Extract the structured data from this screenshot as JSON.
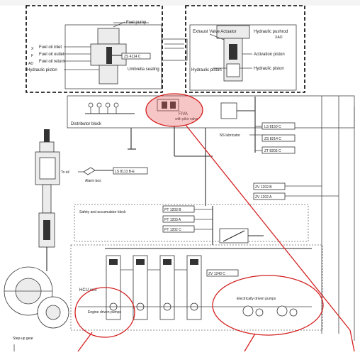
{
  "labels": {
    "fuel_pump": "Fuel pump",
    "x": "X",
    "f": "F",
    "ad": "AD",
    "fuel_oil_inlet": "Fuel oil inlet",
    "fuel_oil_outlet": "Fuel oil outlet",
    "fuel_oil_return": "Fuel oil return",
    "hydraulic_piston_left": "Hydraulic piston",
    "umbrella_sealing": "Umbrella sealing",
    "tag_left": "ZS 4114 C",
    "exhaust_valve_actuator": "Exhaust Valve Actuator",
    "hydraulic_pushrod": "Hydraulic pushrod",
    "hydraulic_pushrod_code": "XAO",
    "activation_piston": "Activation piston",
    "hydraulic_piston_right": "Hydraulic piston",
    "hydraulic_piston_small": "Hydraulic piston",
    "fiva": "FIVA",
    "fiva_sub": "with pilot valve",
    "distributor_block": "Distributor block",
    "ns_lubricator": "NS lubricator",
    "alarm_box": "Alarm box",
    "tag_alarm": "LS 8113 B-E",
    "tag_r1": "LS 8150 C",
    "tag_r2": "ZS 8214 C",
    "tag_r3": "ZT 8203 C",
    "tag_m1": "ZV 1202 B",
    "tag_m2": "ZV 1202 A",
    "tag_acc1": "PT 1203 B",
    "tag_acc2": "PT 1203 A",
    "tag_acc3": "PT 1202 C",
    "tag_mid": "ZV 1243 C",
    "safety_block": "Safety and accumulator block",
    "hcu_unit": "HCU unit",
    "engine_driven_pumps": "Engine driven pumps",
    "electrically_driven_pumps": "Electrically driven pumps",
    "step_up_gear": "Step-up gear"
  }
}
